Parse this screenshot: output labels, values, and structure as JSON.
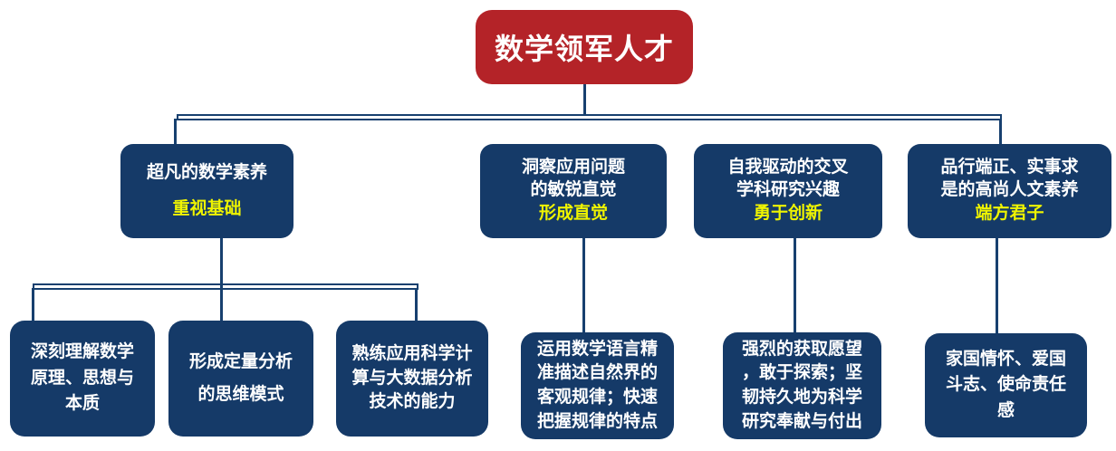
{
  "colors": {
    "box_navy": "#153A68",
    "accent_red": "#B42328",
    "subtitle_yellow": "#EFF400",
    "connector": "#17406F",
    "text_white": "#FFFFFF",
    "background": "#FFFFFF"
  },
  "root": {
    "label": "数学领军人才"
  },
  "pillars": [
    {
      "title": "超凡的数学素养",
      "subtitle": "重视基础"
    },
    {
      "title": "洞察应用问题\n的敏锐直觉",
      "subtitle": "形成直觉"
    },
    {
      "title": "自我驱动的交叉\n学科研究兴趣",
      "subtitle": "勇于创新"
    },
    {
      "title": "品行端正、实事求\n是的高尚人文素养",
      "subtitle": "端方君子"
    }
  ],
  "leaves": [
    {
      "text": "深刻理解数学\n原理、思想与\n本质"
    },
    {
      "text": "形成定量分析\n的思维模式"
    },
    {
      "text": "熟练应用科学计\n算与大数据分析\n技术的能力"
    },
    {
      "text": "运用数学语言精\n准描述自然界的\n客观规律；快速\n把握规律的特点"
    },
    {
      "text": "强烈的获取愿望\n，敢于探索；坚\n韧持久地为科学\n研究奉献与付出"
    },
    {
      "text": "家国情怀、爱国\n斗志、使命责任\n感"
    }
  ]
}
